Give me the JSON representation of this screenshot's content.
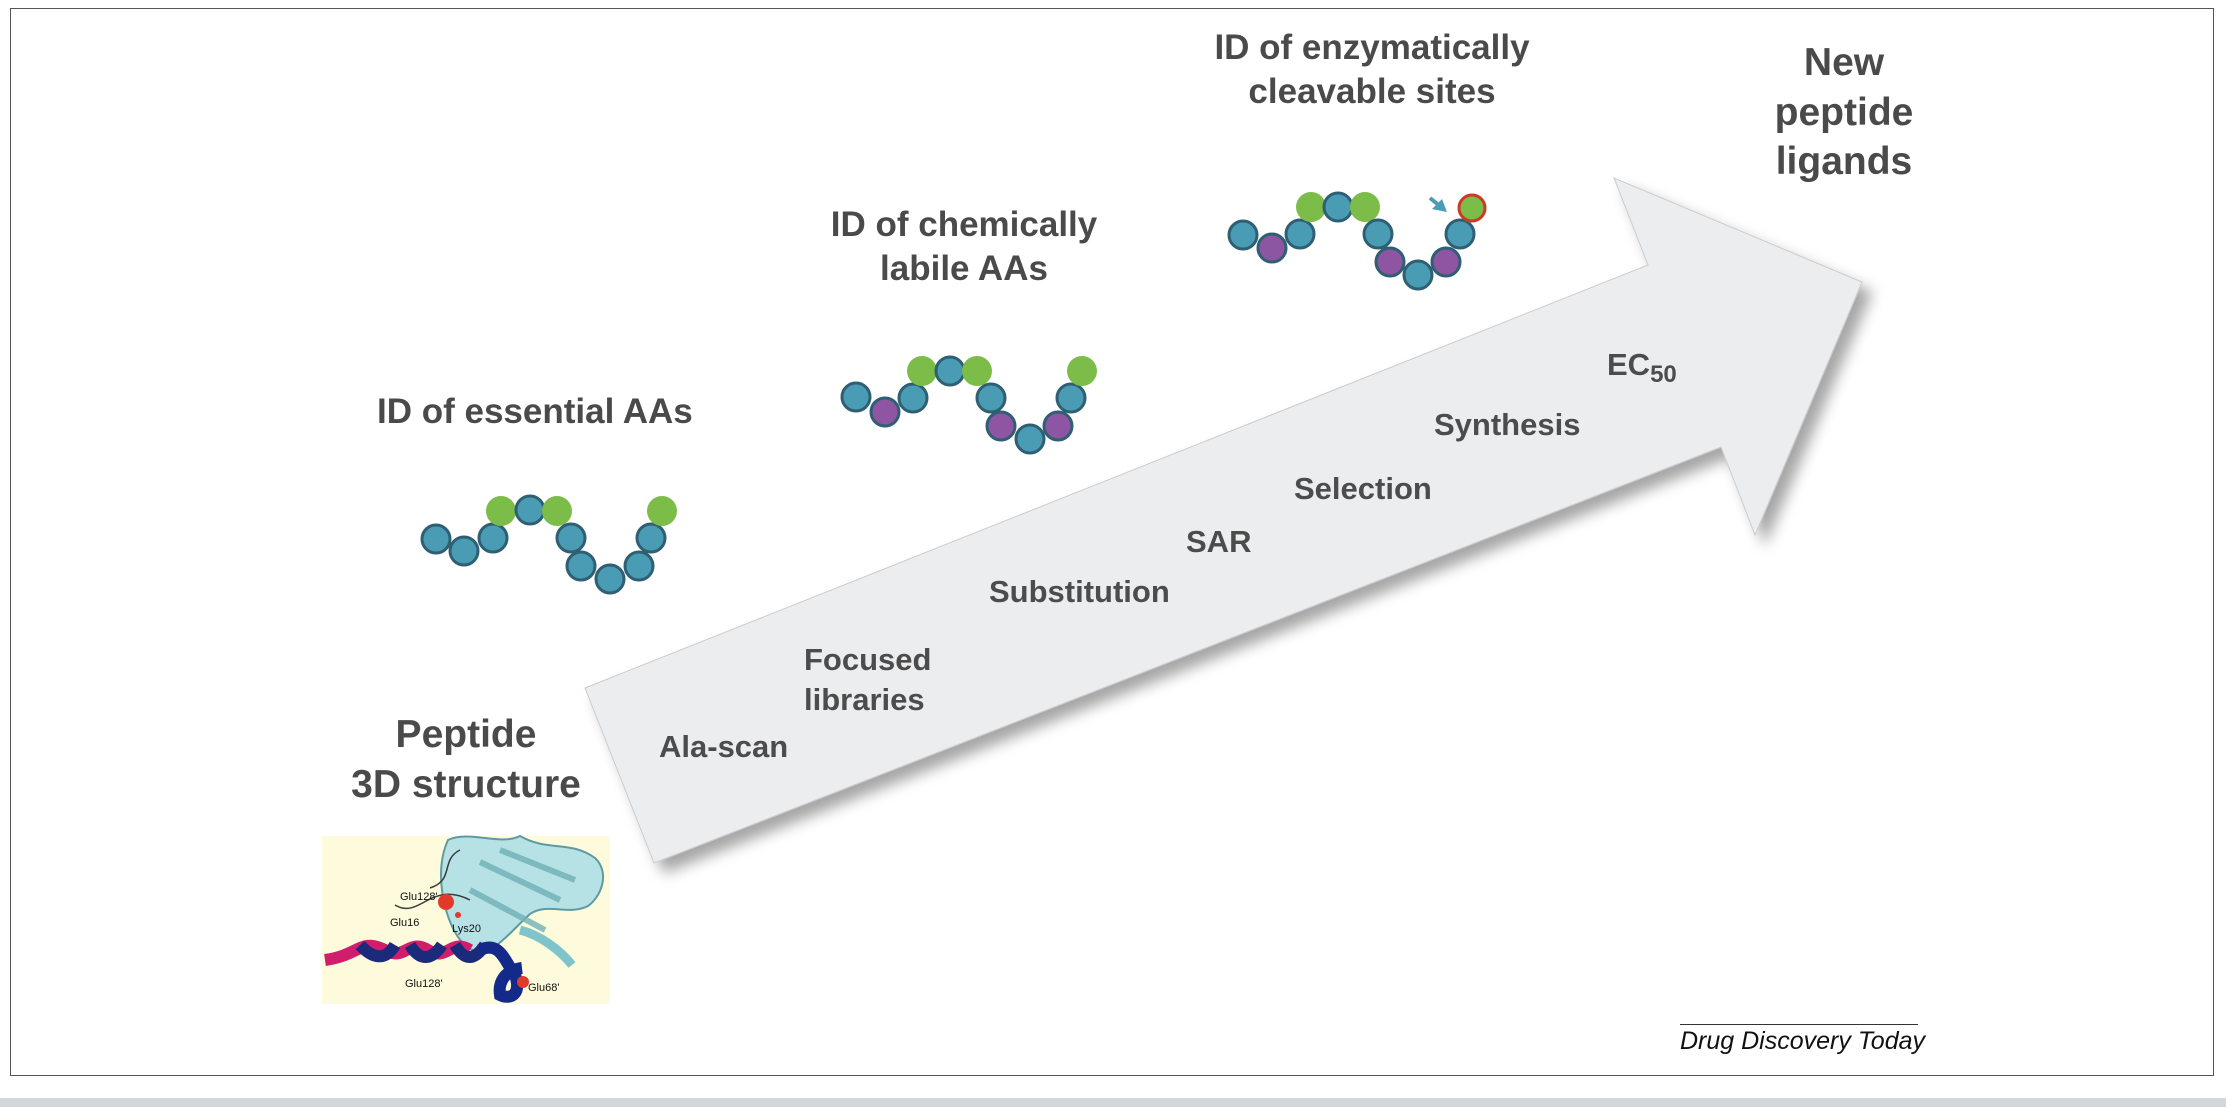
{
  "headings": {
    "essential": "ID of essential AAs",
    "chemical": [
      "ID of chemically",
      "labile AAs"
    ],
    "enzymatic": [
      "ID of enzymatically",
      "cleavable sites"
    ],
    "start": [
      "Peptide",
      "3D structure"
    ],
    "end": [
      "New",
      "peptide",
      "ligands"
    ]
  },
  "stages": {
    "ala_scan": "Ala-scan",
    "focused": [
      "Focused",
      "libraries"
    ],
    "substitution": "Substitution",
    "sar": "SAR",
    "selection": "Selection",
    "synthesis": "Synthesis",
    "ec_main": "EC",
    "ec_sub": "50"
  },
  "structure_labels": {
    "glu128a": "Glu128'",
    "glu16": "Glu16",
    "lys20": "Lys20",
    "glu128b": "Glu128'",
    "glu68": "Glu68'"
  },
  "credit": "Drug Discovery Today",
  "colors": {
    "blue_residue": "#4a9cb5",
    "green_residue": "#7cbd4a",
    "purple_residue": "#8e55a2",
    "arrow_fill": "#ecedef",
    "text": "#4a4a4a"
  }
}
